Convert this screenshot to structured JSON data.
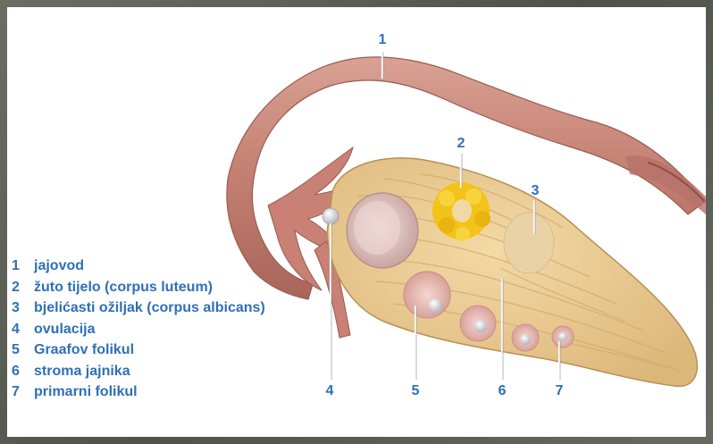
{
  "colors": {
    "label_blue": "#2f6fb8",
    "tube": "#c98879",
    "stroma": "#ebcd93",
    "corpus_luteum": "#f3c31a",
    "background_frame": "#5a5f55"
  },
  "legend": [
    {
      "num": "1",
      "text": "jajovod"
    },
    {
      "num": "2",
      "text": "žuto tijelo (corpus luteum)"
    },
    {
      "num": "3",
      "text": "bjelićasti ožiljak (corpus albicans)"
    },
    {
      "num": "4",
      "text": "ovulacija"
    },
    {
      "num": "5",
      "text": "Graafov folikul"
    },
    {
      "num": "6",
      "text": "stroma jajnika"
    },
    {
      "num": "7",
      "text": "primarni folikul"
    }
  ],
  "markers": [
    "1",
    "2",
    "3",
    "4",
    "5",
    "6",
    "7"
  ]
}
